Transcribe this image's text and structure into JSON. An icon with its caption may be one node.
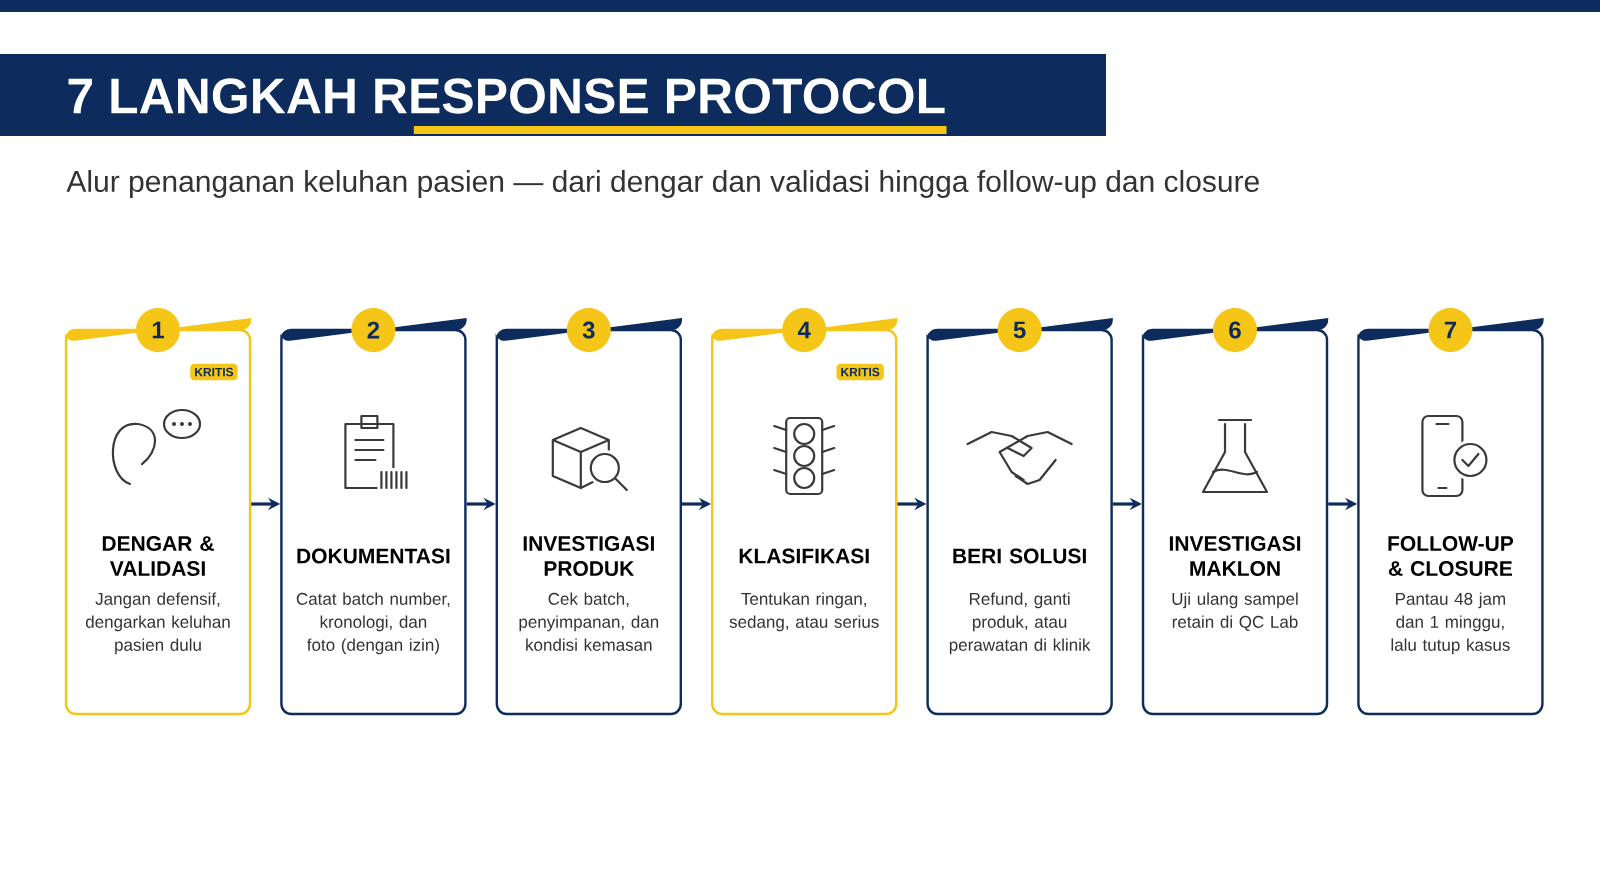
{
  "diagram": {
    "title": "7 LANGKAH RESPONSE PROTOCOL",
    "nodes": [
      {
        "text": [
          "1",
          "KRITIS",
          "DENGAR & VALIDASI",
          "Jangan defensif, dengarkan keluhan pasien dulu"
        ]
      },
      {
        "text": [
          "2",
          "DOKUMENTASI",
          "Catat batch number, kronologi, dan foto (dengan izin)"
        ]
      },
      {
        "text": [
          "3",
          "INVESTIGASI PRODUK",
          "Cek batch, penyimpanan, dan kondisi kemasan"
        ]
      },
      {
        "text": [
          "4",
          "KRITIS",
          "KLASIFIKASI",
          "Tentukan ringan, sedang, atau serius"
        ]
      },
      {
        "text": [
          "5",
          "BERI SOLUSI",
          "Refund, ganti produk, atau perawatan di klinik"
        ]
      },
      {
        "text": [
          "6",
          "INVESTIGASI MAKLON",
          "Uji ulang sampel retain di QC Lab"
        ]
      },
      {
        "text": [
          "7",
          "FOLLOW-UP & CLOSURE",
          "Pantau 48 jam dan 1 minggu, lalu tutup kasus"
        ]
      }
    ],
    "edges": [
      {
        "from": 0,
        "to": 1,
        "arrow": "to"
      },
      {
        "from": 1,
        "to": 2,
        "arrow": "to"
      },
      {
        "from": 2,
        "to": 3,
        "arrow": "to"
      },
      {
        "from": 3,
        "to": 4,
        "arrow": "to"
      },
      {
        "from": 4,
        "to": 5,
        "arrow": "to"
      },
      {
        "from": 5,
        "to": 6,
        "arrow": "to"
      }
    ],
    "labels": [
      "Alur penanganan keluhan pasien — dari dengar dan validasi hingga follow-up dan closure"
    ]
  }
}
